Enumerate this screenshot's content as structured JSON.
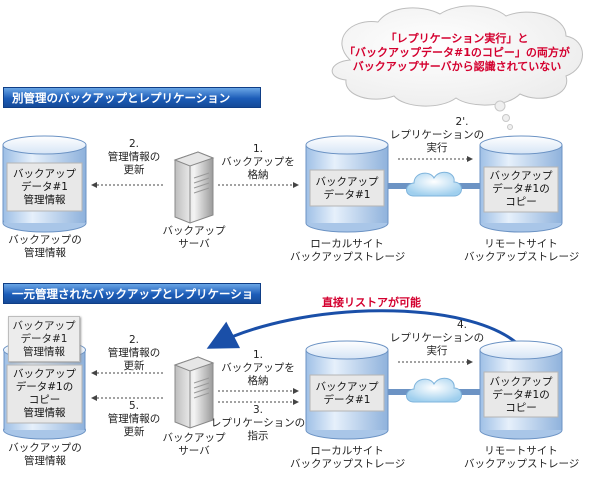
{
  "callout": {
    "line1": "「レプリケーション実行」と",
    "line2": "「バックアップデータ#1のコピー」の両方が",
    "line3": "バックアップサーバから認識されていない"
  },
  "section1": {
    "title": "別管理のバックアップとレプリケーション",
    "left_storage_text": [
      "バックアップ",
      "データ#1",
      "管理情報"
    ],
    "left_storage_caption": [
      "バックアップの",
      "管理情報"
    ],
    "step2": [
      "2.",
      "管理情報の",
      "更新"
    ],
    "step1": [
      "1.",
      "バックアップを",
      "格納"
    ],
    "server_caption": [
      "バックアップ",
      "サーバ"
    ],
    "local_storage_text": [
      "バックアップ",
      "データ#1"
    ],
    "local_caption": [
      "ローカルサイト",
      "バックアップストレージ"
    ],
    "step2prime": [
      "2'.",
      "レプリケーションの",
      "実行"
    ],
    "remote_storage_text": [
      "バックアップ",
      "データ#1の",
      "コピー"
    ],
    "remote_caption": [
      "リモートサイト",
      "バックアップストレージ"
    ]
  },
  "section2": {
    "title": "一元管理されたバックアップとレプリケーション",
    "restore_label": "直接リストアが可能",
    "card_text": [
      "バックアップ",
      "データ#1",
      "管理情報"
    ],
    "left_storage_text": [
      "バックアップ",
      "データ#1の",
      "コピー",
      "管理情報"
    ],
    "left_storage_caption": [
      "バックアップの",
      "管理情報"
    ],
    "step2": [
      "2.",
      "管理情報の",
      "更新"
    ],
    "step5": [
      "5.",
      "管理情報の",
      "更新"
    ],
    "step1": [
      "1.",
      "バックアップを",
      "格納"
    ],
    "step3": [
      "3.",
      "レプリケーションの",
      "指示"
    ],
    "server_caption": [
      "バックアップ",
      "サーバ"
    ],
    "local_storage_text": [
      "バックアップ",
      "データ#1"
    ],
    "local_caption": [
      "ローカルサイト",
      "バックアップストレージ"
    ],
    "step4": [
      "4.",
      "レプリケーションの",
      "実行"
    ],
    "remote_storage_text": [
      "バックアップ",
      "データ#1の",
      "コピー"
    ],
    "remote_caption": [
      "リモートサイト",
      "バックアップストレージ"
    ]
  },
  "colors": {
    "band": "#1c5cb8",
    "callout_text": "#d4002f",
    "restore_arrow": "#1a4fa8",
    "cylinder_top": "#eef4fb",
    "cylinder_body": "#cfe0f3"
  }
}
